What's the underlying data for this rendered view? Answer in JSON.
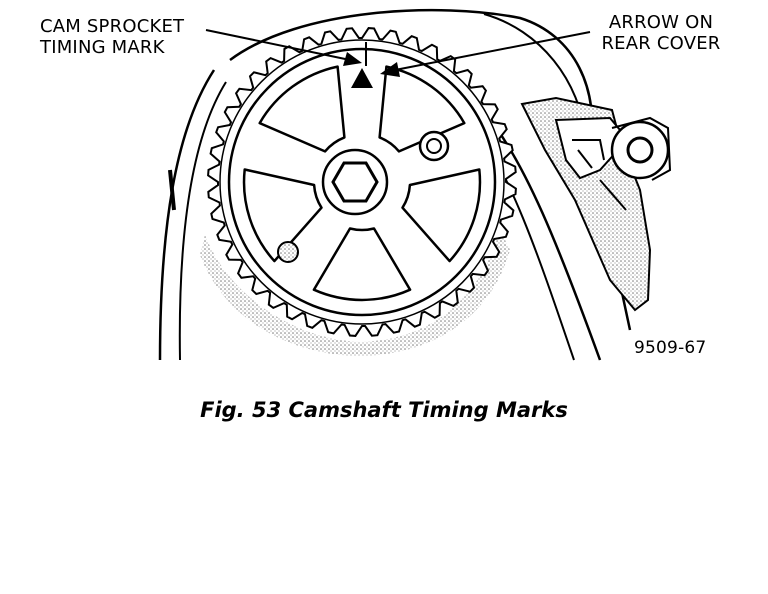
{
  "diagram": {
    "callouts": {
      "cam_mark": {
        "line1": "CAM SPROCKET",
        "line2": "TIMING MARK"
      },
      "rear_cover": {
        "line1": "ARROW ON",
        "line2": "REAR COVER"
      }
    },
    "figure_id": "9509-67",
    "caption": "Fig. 53 Camshaft Timing Marks",
    "colors": {
      "ink": "#000000",
      "paper": "#ffffff",
      "stipple": "#9a9a9a"
    }
  }
}
